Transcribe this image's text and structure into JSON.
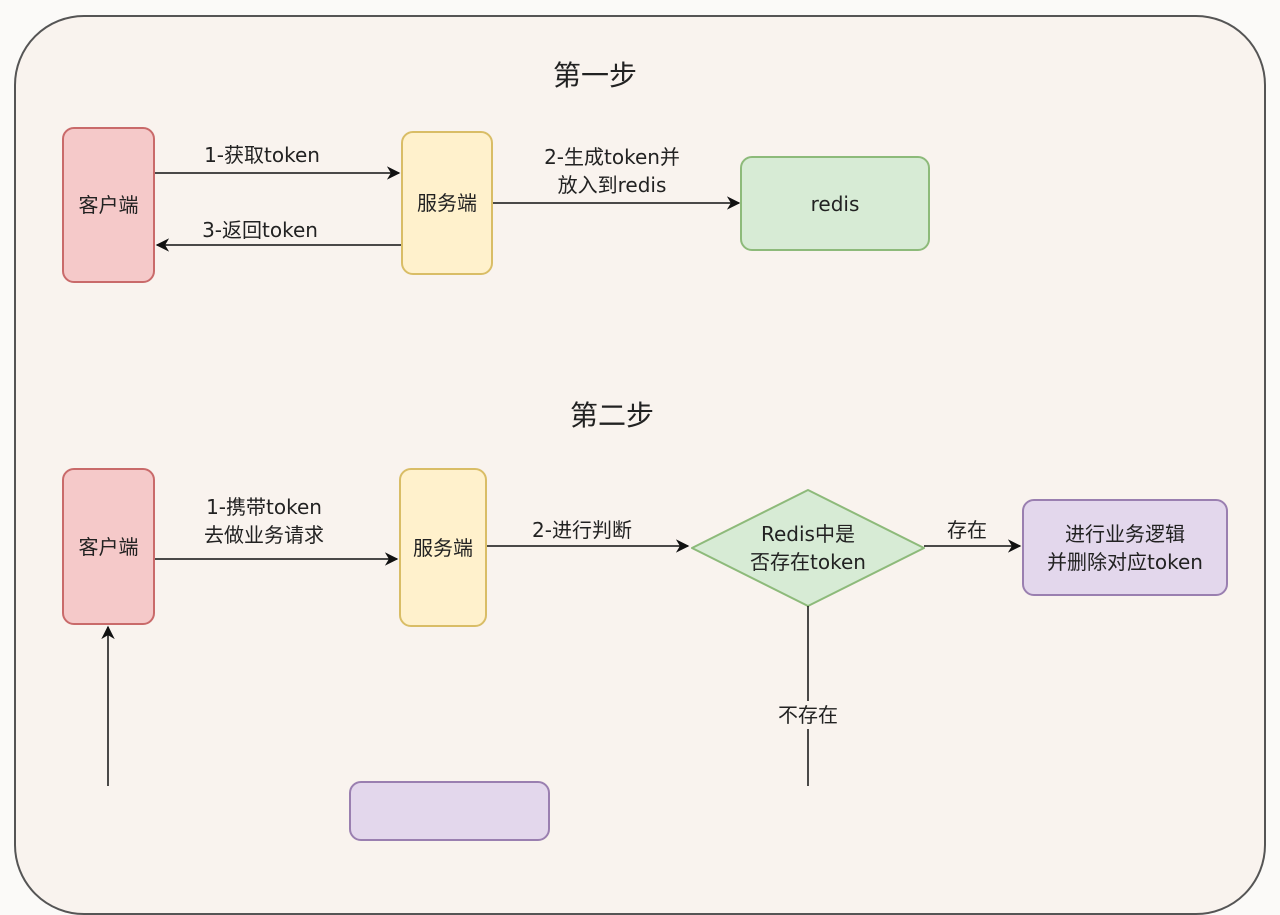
{
  "step1": {
    "title": "第一步",
    "client": "客户端",
    "server": "服务端",
    "redis": "redis",
    "arrow_get_token": "1-获取token",
    "arrow_store_line1": "2-生成token并",
    "arrow_store_line2": "放入到redis",
    "arrow_return_token": "3-返回token"
  },
  "step2": {
    "title": "第二步",
    "client": "客户端",
    "server": "服务端",
    "arrow_request_line1": "1-携带token",
    "arrow_request_line2": "去做业务请求",
    "arrow_judge": "2-进行判断",
    "decision_line1": "Redis中是",
    "decision_line2": "否存在token",
    "exists": "存在",
    "not_exists": "不存在",
    "process_line1": "进行业务逻辑",
    "process_line2": "并删除对应token"
  },
  "colors": {
    "client": "#f5c9c9",
    "server": "#fff1cc",
    "redis": "#d7ebd5",
    "process": "#e3d7ec",
    "background": "#f9f3ee"
  }
}
